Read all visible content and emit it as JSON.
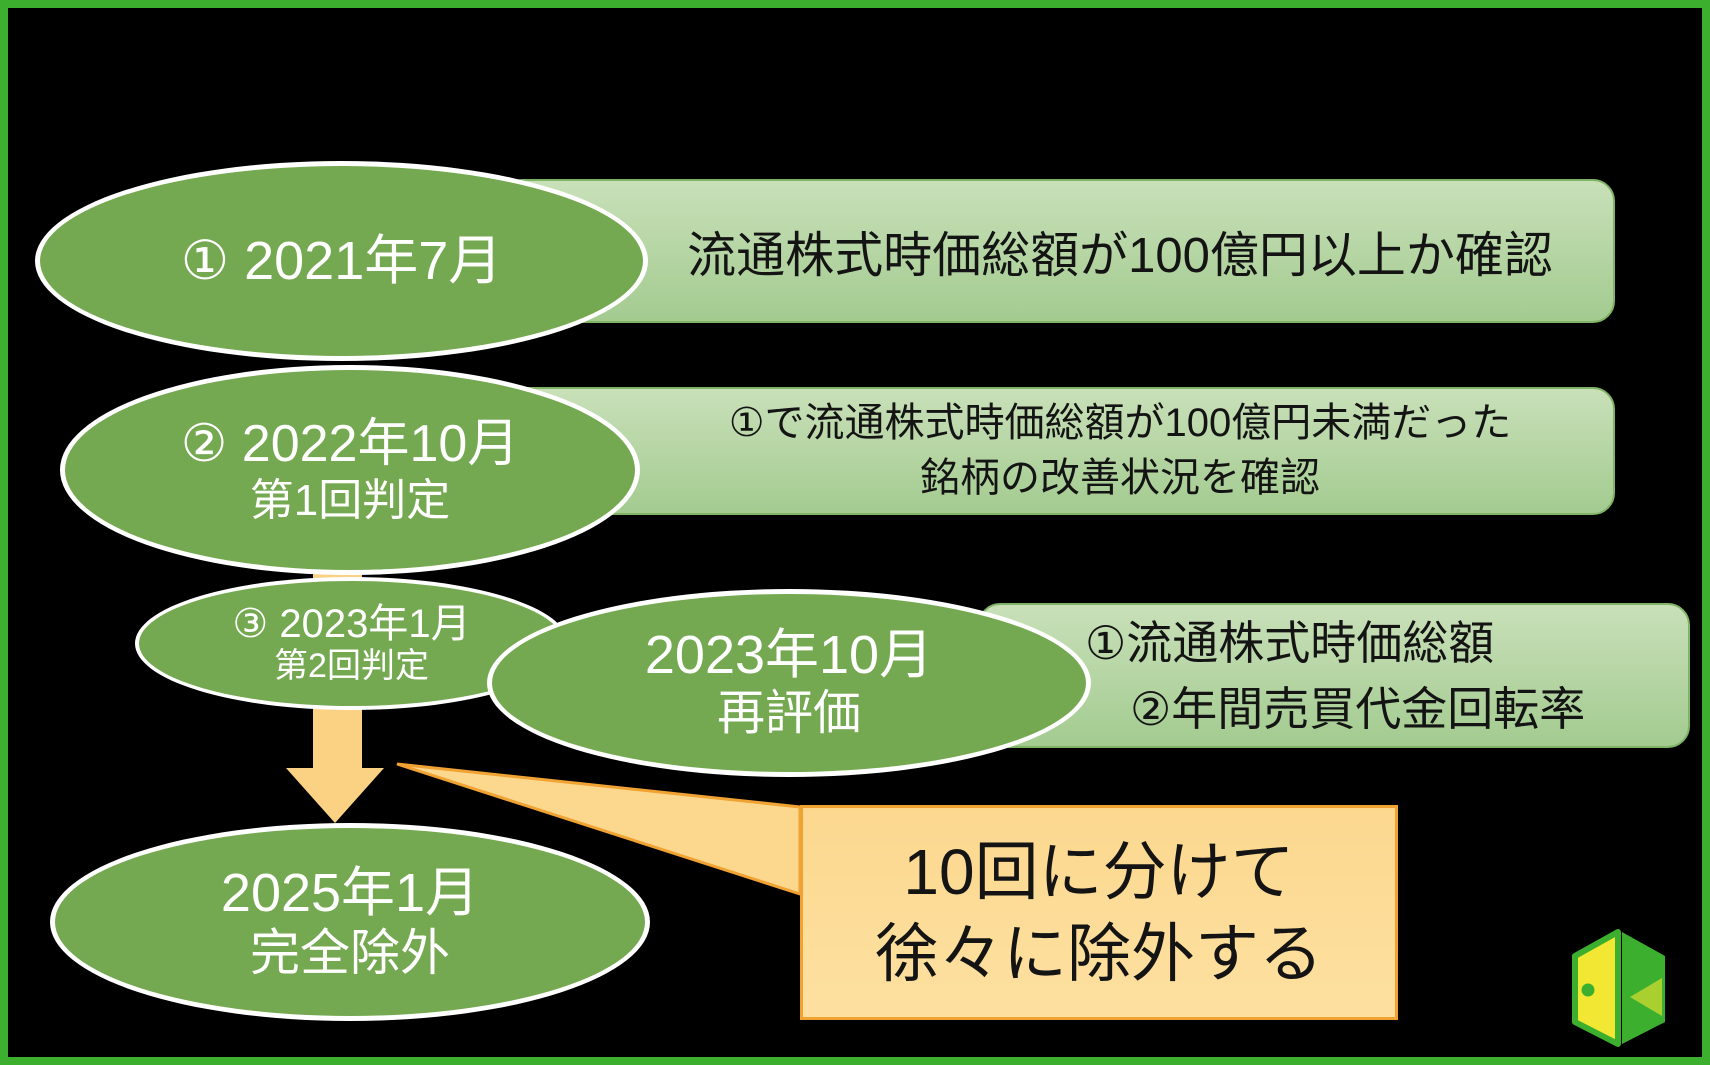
{
  "palette": {
    "background": "#000000",
    "frame_green": "#3cb02e",
    "ellipse_green": "#75a951",
    "ellipse_border": "#ffffff",
    "note_top": "#c9e0b9",
    "note_bottom": "#a3cb90",
    "note_border": "#80b365",
    "arrow_fill": "#fbd283",
    "callout_fill": "#fcd88f",
    "callout_border": "#f0a232",
    "text_dark": "#141414",
    "text_light": "#ffffff",
    "logo_green": "#3cb02e",
    "logo_yellow": "#f2e733",
    "logo_lime": "#a9d02f"
  },
  "steps": [
    {
      "date": "① 2021年7月",
      "subtitle": "",
      "note_lines": [
        "流通株式時価総額が100億円以上か確認"
      ]
    },
    {
      "date": "② 2022年10月",
      "subtitle": "第1回判定",
      "note_lines": [
        "①で流通株式時価総額が100億円未満だった",
        "銘柄の改善状況を確認"
      ]
    },
    {
      "date": "③ 2023年1月",
      "subtitle": "第2回判定",
      "note_lines": []
    },
    {
      "date": "2023年10月",
      "subtitle": "再評価",
      "note_lines": [
        "①流通株式時価総額",
        "②年間売買代金回転率"
      ]
    },
    {
      "date": "2025年1月",
      "subtitle": "完全除外",
      "note_lines": []
    }
  ],
  "callout": {
    "line1": "10回に分けて",
    "line2": "徐々に除外する"
  },
  "icons": {
    "down_arrow": "block-arrow-down",
    "callout_pointer": "speech-pointer",
    "logo": "open-book-logo"
  }
}
